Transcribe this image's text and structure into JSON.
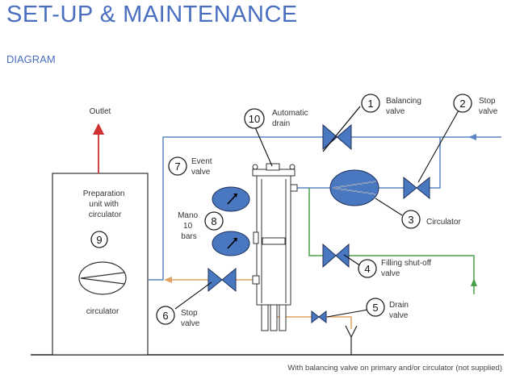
{
  "header": {
    "title": "SET-UP & MAINTENANCE",
    "subtitle": "DIAGRAM"
  },
  "colors": {
    "accent": "#4a6fc0",
    "primary_pipe": "#5b86c6",
    "filling_pipe": "#4aa04a",
    "outlet_arrow": "#d03030",
    "return_pipe": "#e0a060",
    "component_fill": "#4a78c0"
  },
  "labels": {
    "outlet": "Outlet",
    "automatic_drain": [
      "Automatic",
      "drain"
    ],
    "balancing_valve": [
      "Balancing",
      "valve"
    ],
    "stop_valve_right": [
      "Stop",
      "valve"
    ],
    "event_valve": [
      "Event",
      "valve"
    ],
    "mano": [
      "Mano",
      "10",
      "bars"
    ],
    "circulator_right": "Circulator",
    "filling_valve": [
      "Filling shut-off",
      "valve"
    ],
    "drain_valve": [
      "Drain",
      "valve"
    ],
    "stop_valve_bottom": [
      "Stop",
      "valve"
    ],
    "prep_unit": [
      "Preparation",
      "unit with",
      "circulator"
    ],
    "circulator_inner": "circulator"
  },
  "numbers": {
    "n1": "1",
    "n2": "2",
    "n3": "3",
    "n4": "4",
    "n5": "5",
    "n6": "6",
    "n7": "7",
    "n8": "8",
    "n9": "9",
    "n10": "10"
  },
  "footer": {
    "note": "With balancing valve on primary and/or circulator (not supplied)"
  }
}
